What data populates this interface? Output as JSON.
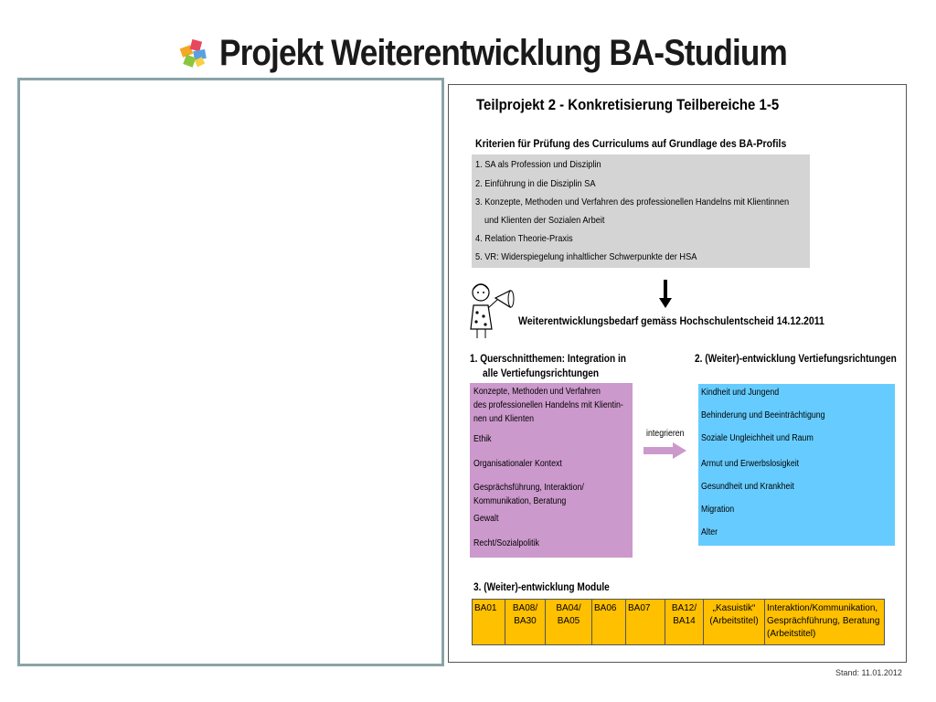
{
  "header": {
    "title": "Projekt Weiterentwicklung BA-Studium"
  },
  "diagram": {
    "heading": "Teilprojekt 2 - Konkretisierung Teilbereiche 1-5",
    "criteria_heading": "Kriterien für Prüfung des Curriculums auf Grundlage des BA-Profils",
    "criteria": [
      "1. SA  als Profession und Disziplin",
      "2. Einführung in die Disziplin SA",
      "3. Konzepte, Methoden und Verfahren des professionellen Handelns mit Klientinnen",
      "und Klienten der Sozialen Arbeit",
      "4. Relation Theorie-Praxis",
      "5. VR: Widerspiegelung inhaltlicher Schwerpunkte der HSA"
    ],
    "need_heading": "Weiterentwicklungsbedarf gemäss Hochschulentscheid 14.12.2011",
    "cross_heading_1": "1. Querschnitthemen: Integration in",
    "cross_heading_2": "alle Vertiefungsrichtungen",
    "cross_items": [
      "Konzepte, Methoden und Verfahren",
      "des professionellen Handelns mit Klientin-",
      "nen und Klienten",
      "Ethik",
      "Organisationaler Kontext",
      "Gesprächsführung, Interaktion/",
      "Kommunikation, Beratung",
      "Gewalt",
      "Recht/Sozialpolitik"
    ],
    "integrate_label": "integrieren",
    "spec_heading": "2. (Weiter)-entwicklung Vertiefungsrichtungen",
    "spec_items": [
      "Kindheit und Jungend",
      "Behinderung und Beeinträchtigung",
      "Soziale Ungleichheit und Raum",
      "Armut und Erwerbslosigkeit",
      "Gesundheit und Krankheit",
      "Migration",
      "Alter"
    ],
    "modules_heading": "3. (Weiter)-entwicklung Module",
    "modules": [
      {
        "l1": "BA01",
        "l2": ""
      },
      {
        "l1": "BA08/",
        "l2": "BA30"
      },
      {
        "l1": "BA04/",
        "l2": "BA05"
      },
      {
        "l1": "BA06",
        "l2": ""
      },
      {
        "l1": "BA07",
        "l2": ""
      },
      {
        "l1": "BA12/",
        "l2": "BA14"
      },
      {
        "l1": "„Kasuistik“",
        "l2": "(Arbeitstitel)"
      }
    ],
    "module_last": [
      "Interaktion/Kommunikation,",
      "Gesprächführung, Beratung",
      "(Arbeitstitel)"
    ]
  },
  "footer": {
    "stand": "Stand: 11.01.2012"
  },
  "colors": {
    "criteria_bg": "#d4d4d4",
    "cross_bg": "#cc99cc",
    "spec_bg": "#66ccff",
    "module_bg": "#ffc000",
    "panel_border": "#8aa4a8"
  },
  "icons": [
    "puzzle-logo-icon",
    "megaphone-figure-icon",
    "down-arrow-icon",
    "right-arrow-icon"
  ]
}
